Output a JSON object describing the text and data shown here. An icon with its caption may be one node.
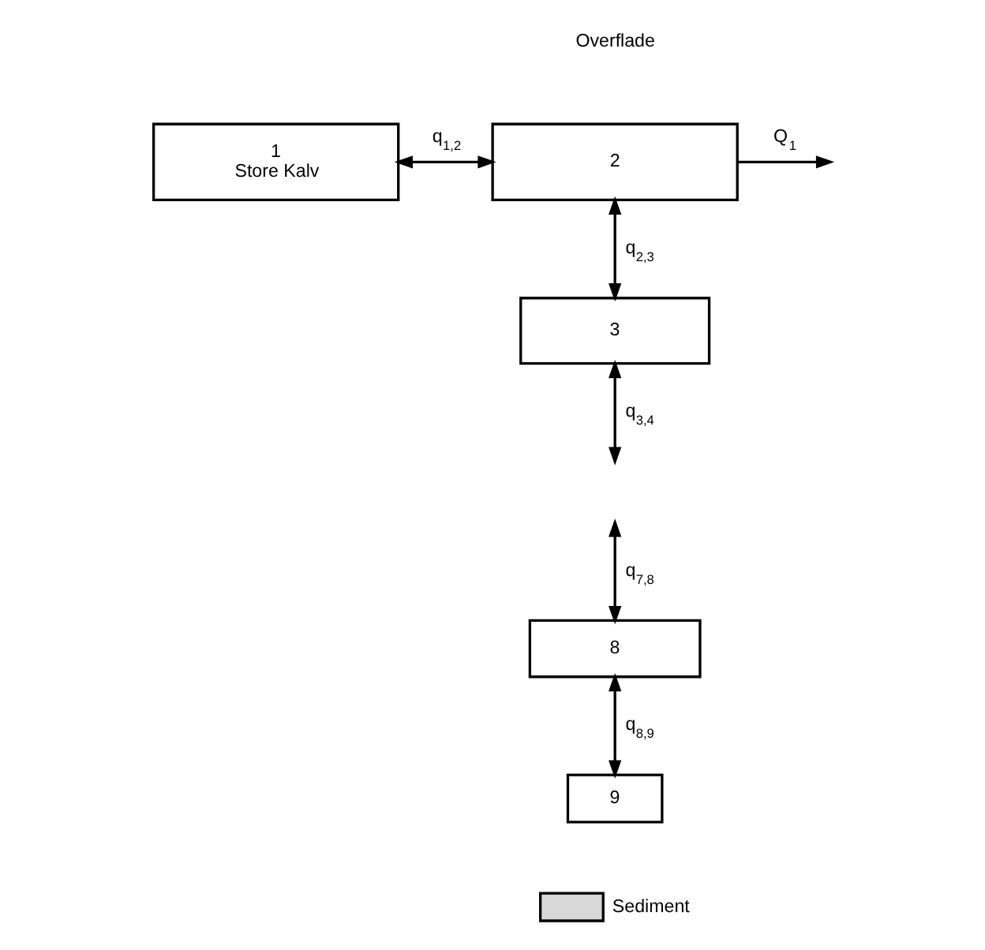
{
  "diagram": {
    "nodes": [
      {
        "text": [
          "1",
          "Store Kalv"
        ]
      },
      {
        "text": [
          "2"
        ]
      },
      {
        "text": [
          "3"
        ]
      },
      {
        "text": [
          "8"
        ]
      },
      {
        "text": [
          "9"
        ]
      }
    ],
    "edges": [
      {
        "from": 0,
        "to": 1,
        "arrow": "both",
        "label": "q$_{1,2}$"
      },
      {
        "from": 1,
        "to": null,
        "arrow": "to",
        "label": "Q$_{1}$"
      },
      {
        "from": 1,
        "to": 2,
        "arrow": "both",
        "label": "q$_{2,3}$"
      },
      {
        "from": 2,
        "to": null,
        "arrow": "both",
        "label": "q$_{3,4}$"
      },
      {
        "from": null,
        "to": 3,
        "arrow": "both",
        "label": "q$_{7,8}$"
      },
      {
        "from": 3,
        "to": 4,
        "arrow": "both",
        "label": "q$_{8,9}$"
      }
    ],
    "labels": [
      "Overflade"
    ],
    "legend": [
      {
        "text": "Sediment"
      }
    ]
  }
}
